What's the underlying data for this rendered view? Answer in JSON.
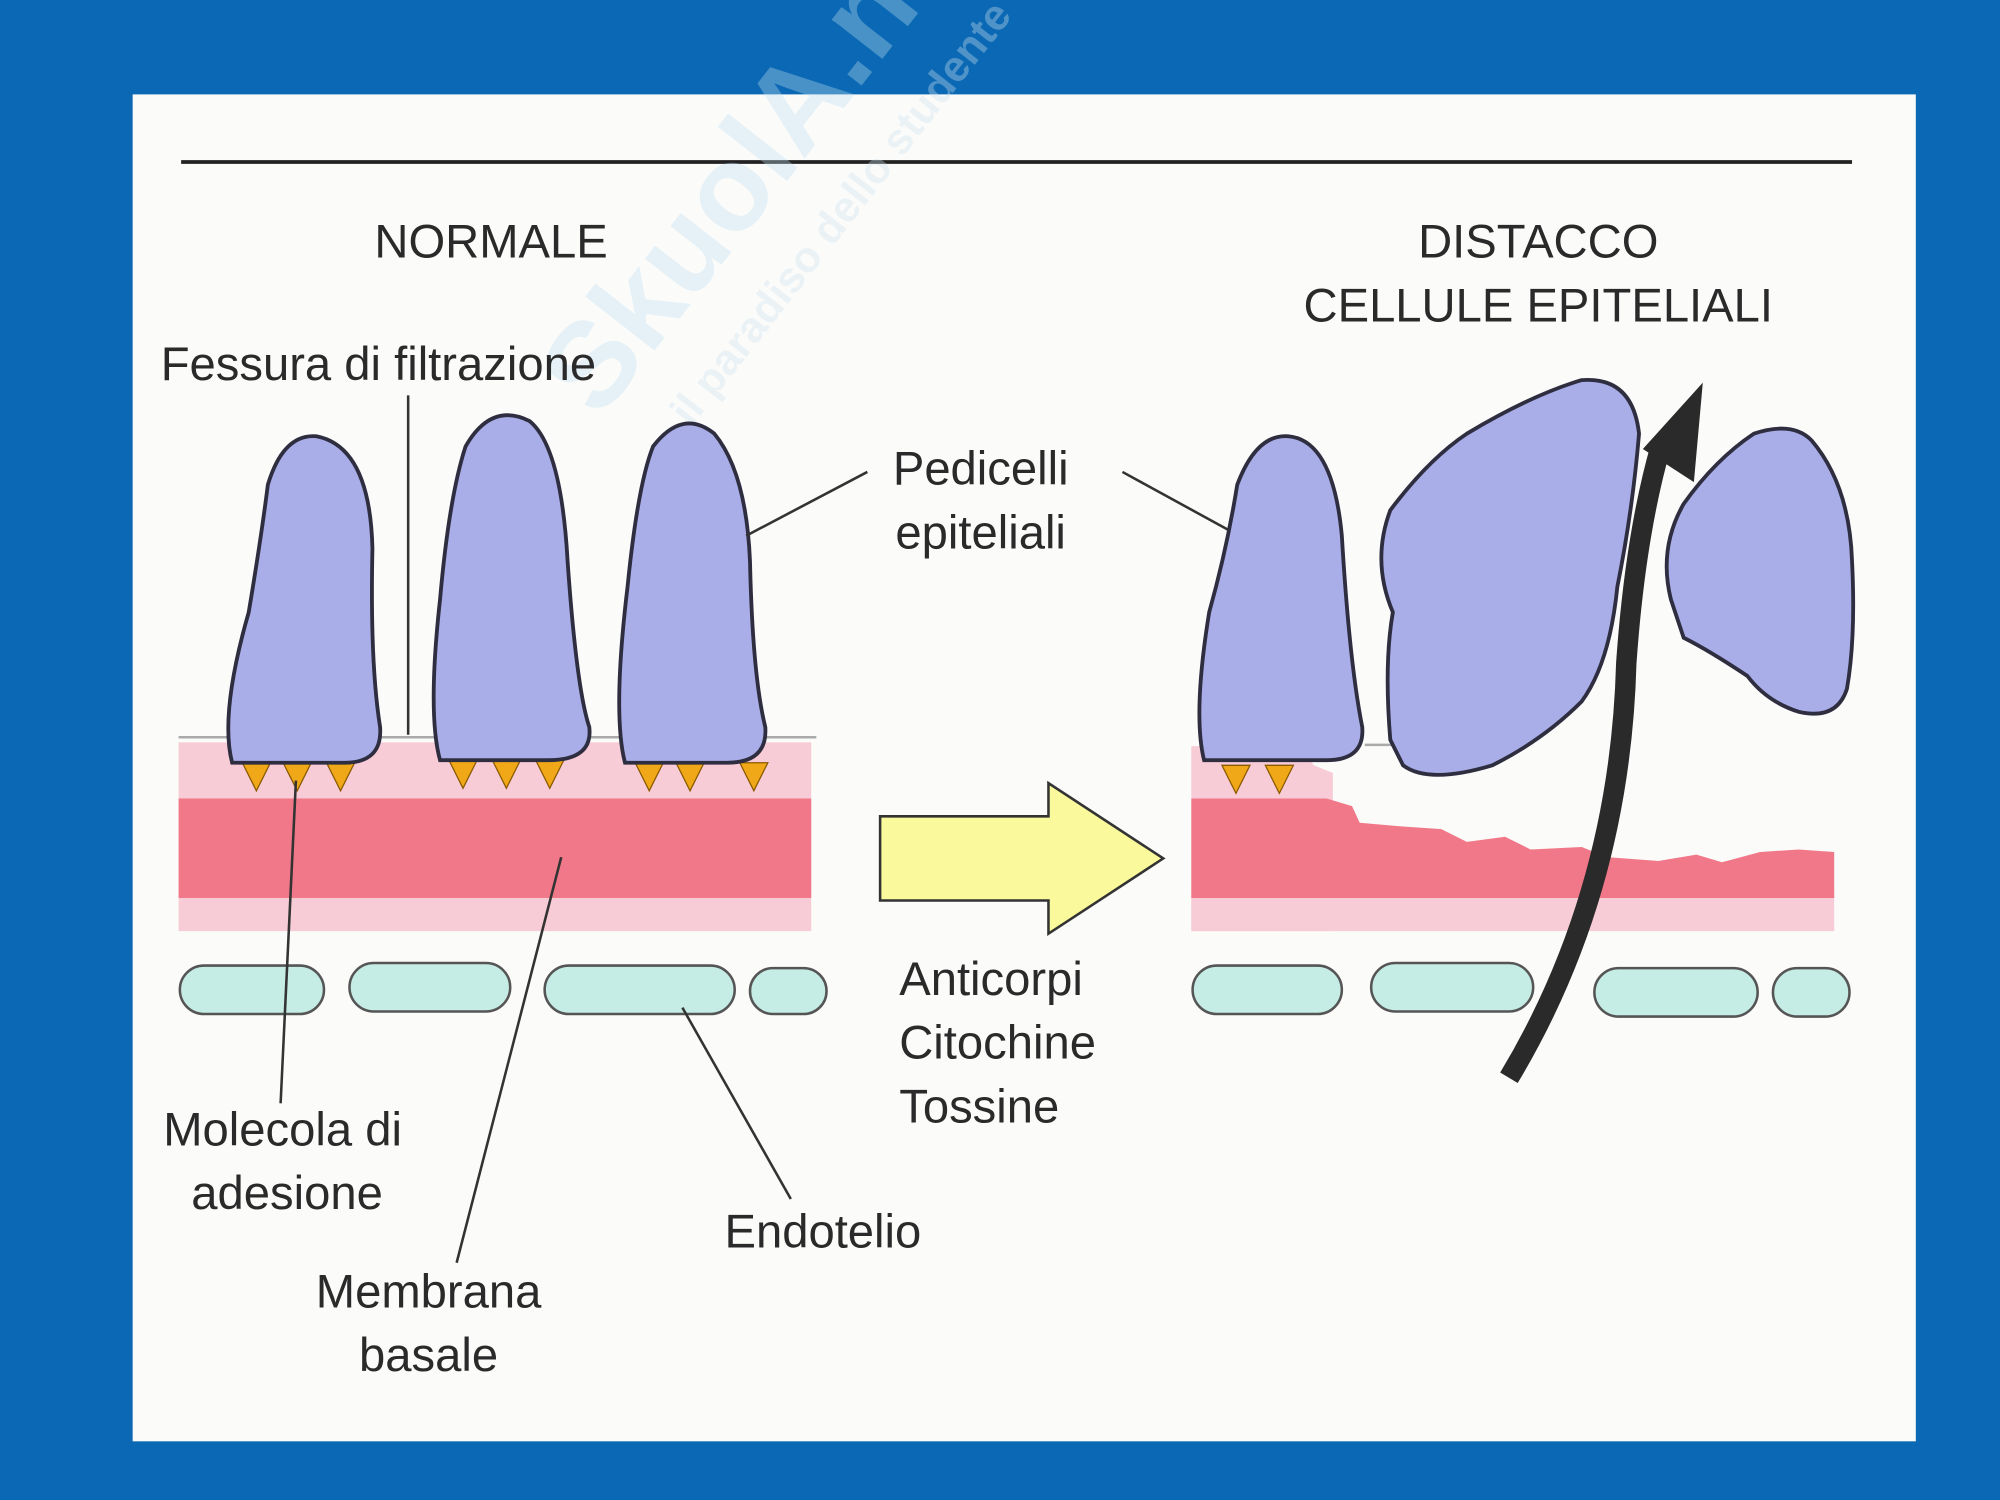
{
  "diagram": {
    "left_title": "NORMALE",
    "right_title_line1": "DISTACCO",
    "right_title_line2": "CELLULE EPITELIALI",
    "labels": {
      "fessura": "Fessura di filtrazione",
      "pedicelli_1": "Pedicelli",
      "pedicelli_2": "epiteliali",
      "molecola_1": "Molecola di",
      "molecola_2": "adesione",
      "membrana_1": "Membrana",
      "membrana_2": "basale",
      "endotelio": "Endotelio",
      "cause_1": "Anticorpi",
      "cause_2": "Citochine",
      "cause_3": "Tossine"
    }
  },
  "watermark": {
    "brand": "SkuolA.net",
    "tagline": "il paradiso dello studente"
  },
  "colors": {
    "background": "#0a68b4",
    "cell": "#a9aee8",
    "membrane_light": "#f7ccd6",
    "membrane_dark": "#f07888",
    "endothelium": "#c6ece6",
    "arrow_yellow": "#fafa9c",
    "adhesion": "#f0a818"
  }
}
